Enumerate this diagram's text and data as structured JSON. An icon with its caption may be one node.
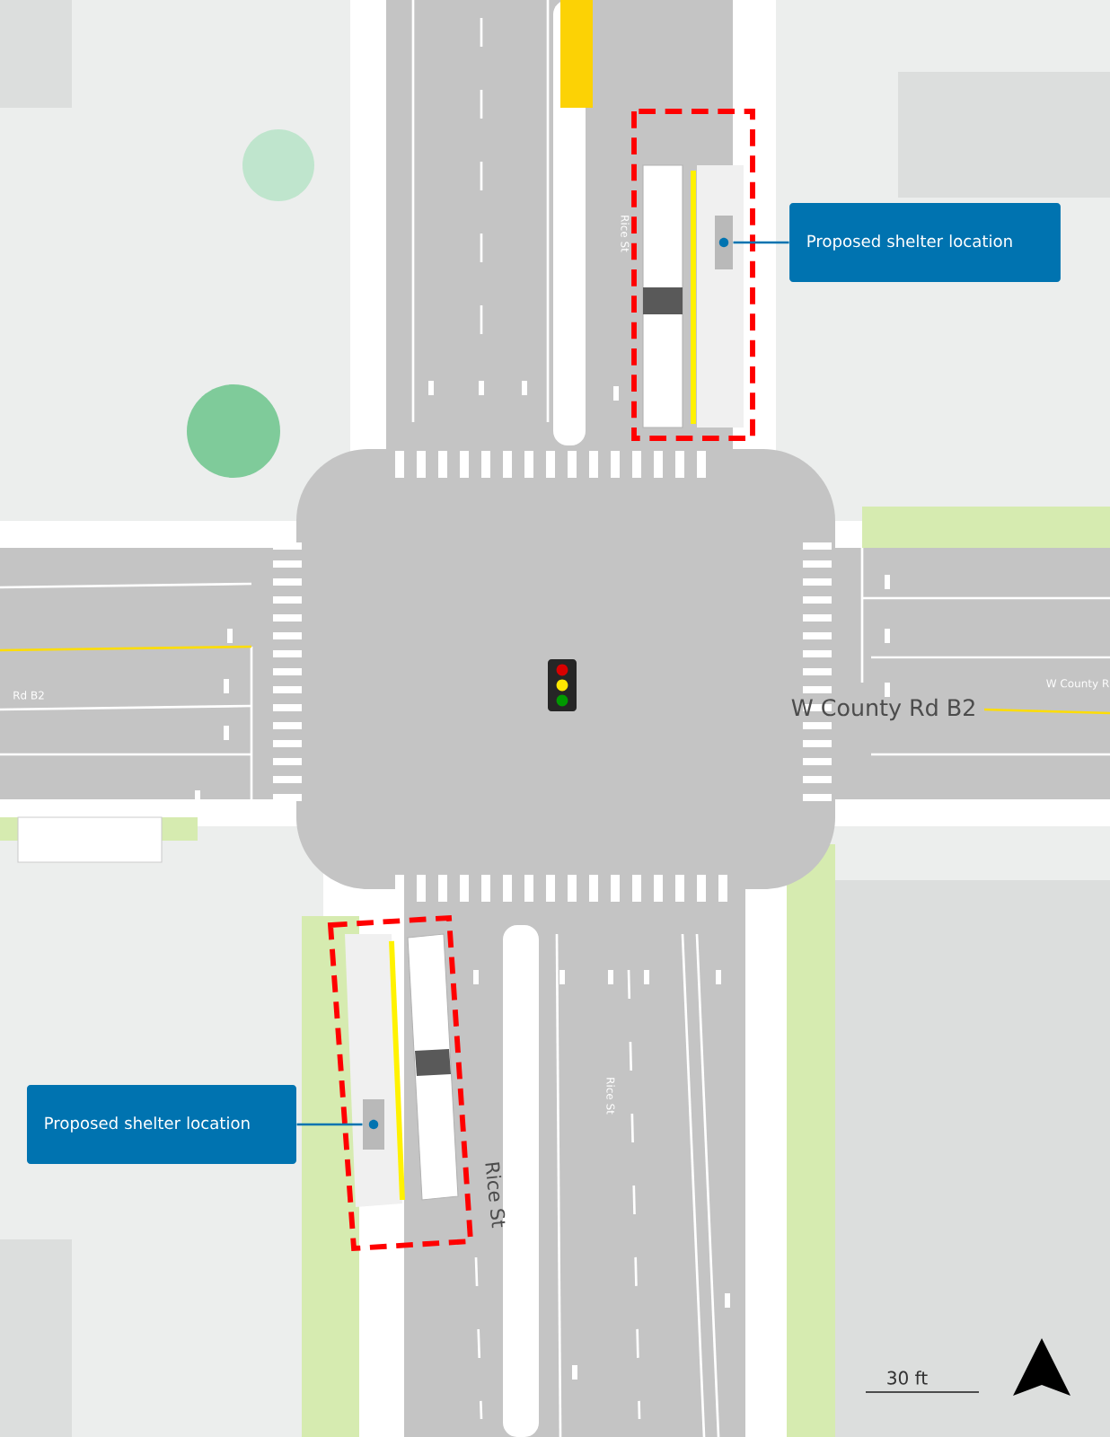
{
  "diagram": {
    "nodes": [
      {
        "text": [
          "Proposed shelter location"
        ]
      },
      {
        "text": [],
        "shape": "box"
      },
      {
        "text": [
          "Proposed shelter location"
        ]
      },
      {
        "text": [],
        "shape": "box"
      }
    ],
    "edges": [
      {
        "from": 0,
        "to": 1,
        "arrow": "none"
      },
      {
        "from": 2,
        "to": 3,
        "arrow": "none"
      }
    ],
    "labels": [
      "Rice St",
      "Rd B2",
      "W County Rd B2",
      "W County R",
      "Rice St",
      "Rice St",
      "30 ft"
    ]
  }
}
